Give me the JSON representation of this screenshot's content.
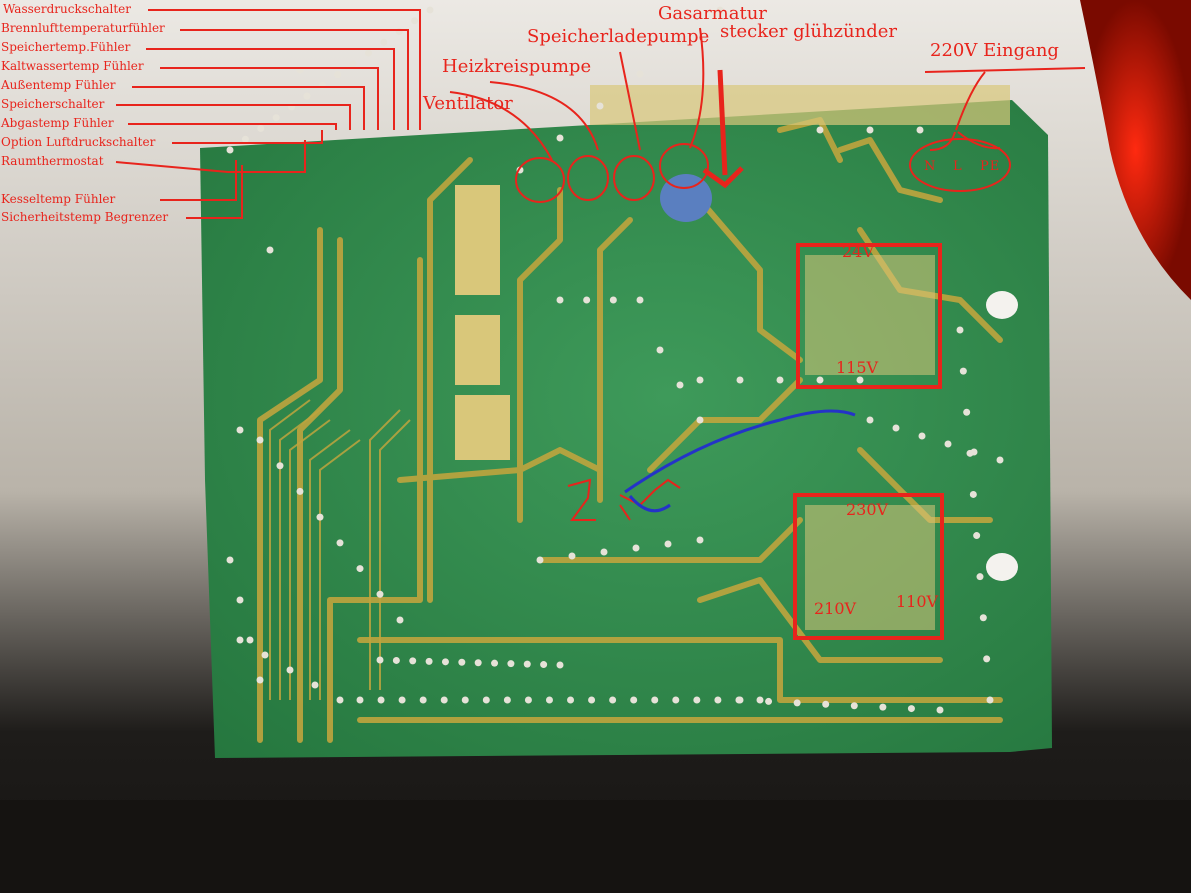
{
  "photo": {
    "colors": {
      "annotation": "#e8241c",
      "wire_annotation": "#2433c8",
      "board": "#2f8a4c",
      "trace": "#bfa53e",
      "background_top": "#e9e6e1",
      "background_bottom": "#1c1a18"
    },
    "left_labels": [
      "Wasserdruckschalter",
      "Brennlufttemperaturfühler",
      "Speichertemp.Fühler",
      "Kaltwassertemp Fühler",
      "Außentemp Fühler",
      "Speicherschalter",
      "Abgastemp Fühler",
      "Option Luftdruckschalter",
      "Raumthermostat",
      "Kesseltemp Fühler",
      "Sicherheitstemp Begrenzer"
    ],
    "top_labels": {
      "gasarmatur": "Gasarmatur",
      "speicherladepumpe": "Speicherladepumpe",
      "stecker": "stecker glühzünder",
      "heizkreispumpe": "Heizkreispumpe",
      "ventilator": "Ventilator",
      "eingang": "220V Eingang"
    },
    "power_pins": {
      "n": "N",
      "l": "L",
      "pe": "PE"
    },
    "transformer_1": {
      "top": "24V",
      "bottom": "115V"
    },
    "transformer_2": {
      "top": "230V",
      "bottom_left": "210V",
      "bottom_right": "110V"
    }
  }
}
